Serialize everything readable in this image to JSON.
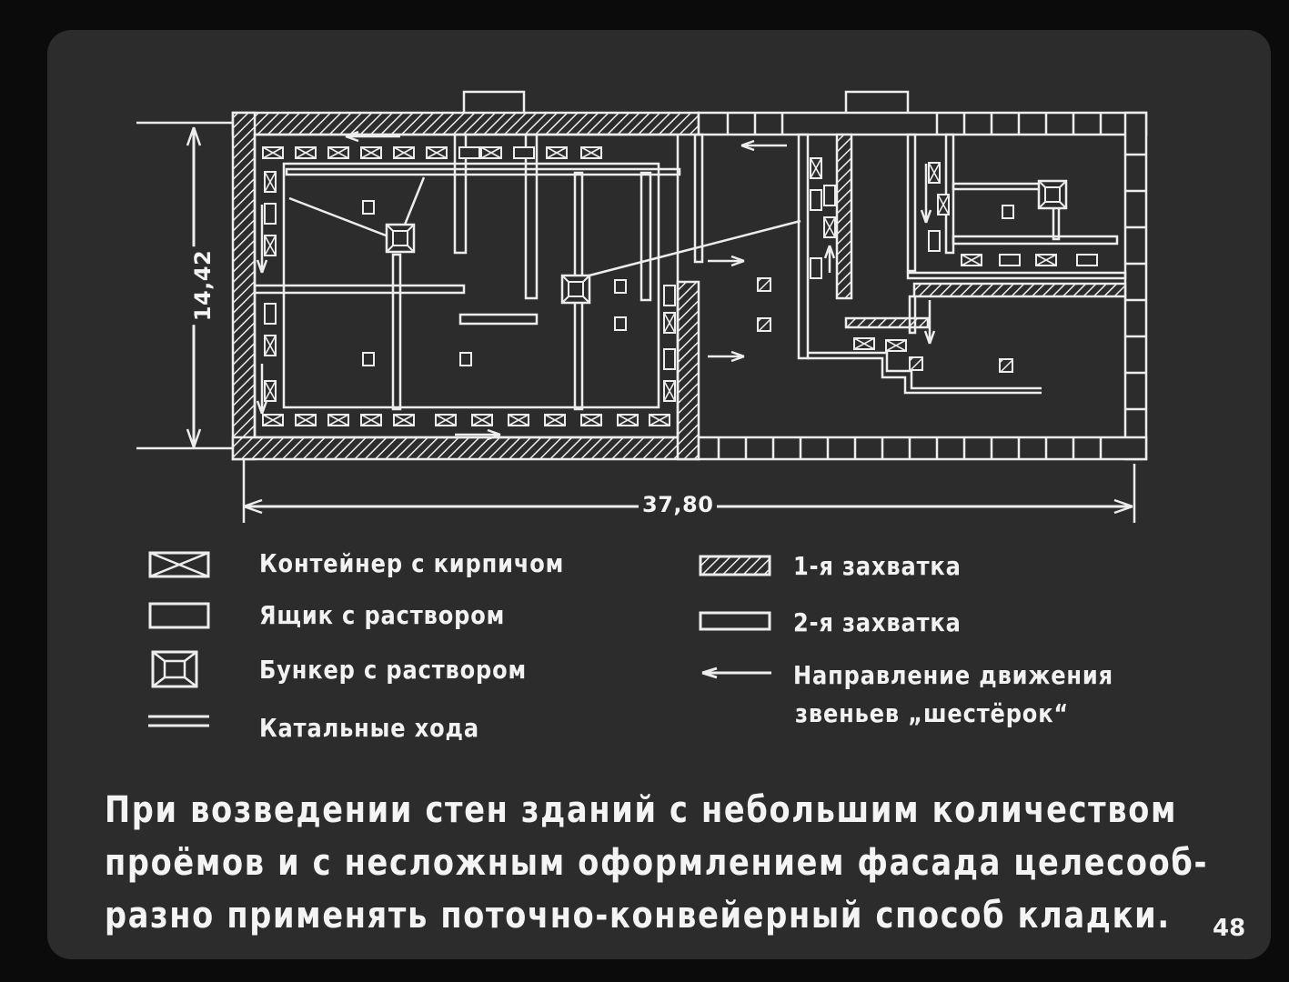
{
  "dimensions": {
    "height_label": "14,42",
    "width_label": "37,80"
  },
  "legend": {
    "container": "Контейнер с кирпичом",
    "mortar_box": "Ящик с раствором",
    "mortar_bunker": "Бункер с раствором",
    "walkways": "Катальные хода",
    "stage1": "1-я захватка",
    "stage2": "2-я захватка",
    "direction_line1": "Направление движения",
    "direction_line2": "звеньев „шестёрок“"
  },
  "caption": {
    "line1": "При возведении стен зданий с небольшим количеством",
    "line2": "проёмов и с несложным оформлением фасада целесооб-",
    "line3": "разно применять поточно-конвейерный способ кладки."
  },
  "page_number": "48"
}
